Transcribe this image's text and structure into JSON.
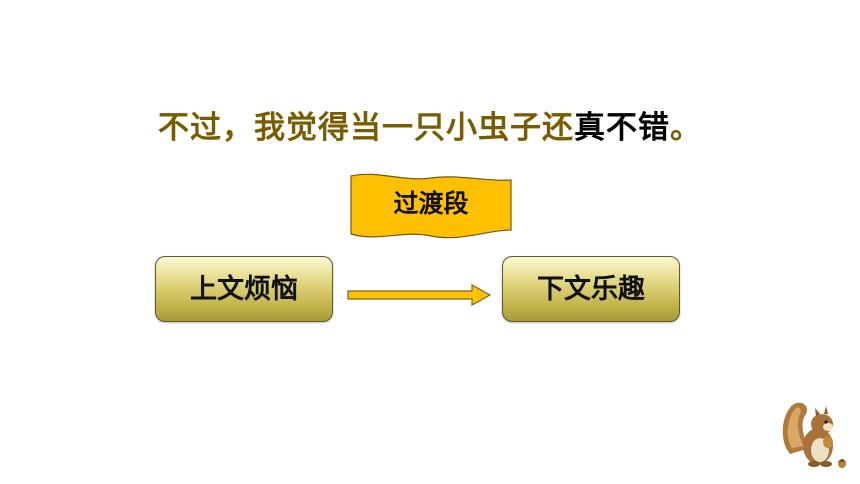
{
  "headline": {
    "normal_text": "不过，我觉得当一只小虫子还",
    "emphasis_text": "真不错",
    "end_punct": "。"
  },
  "banner": {
    "label": "过渡段",
    "fill_color": "#ffc000"
  },
  "flow": {
    "left_label": "上文烦恼",
    "right_label": "下文乐趣",
    "arrow_color": "#ffc000"
  },
  "icons": {
    "corner": "squirrel-icon"
  }
}
